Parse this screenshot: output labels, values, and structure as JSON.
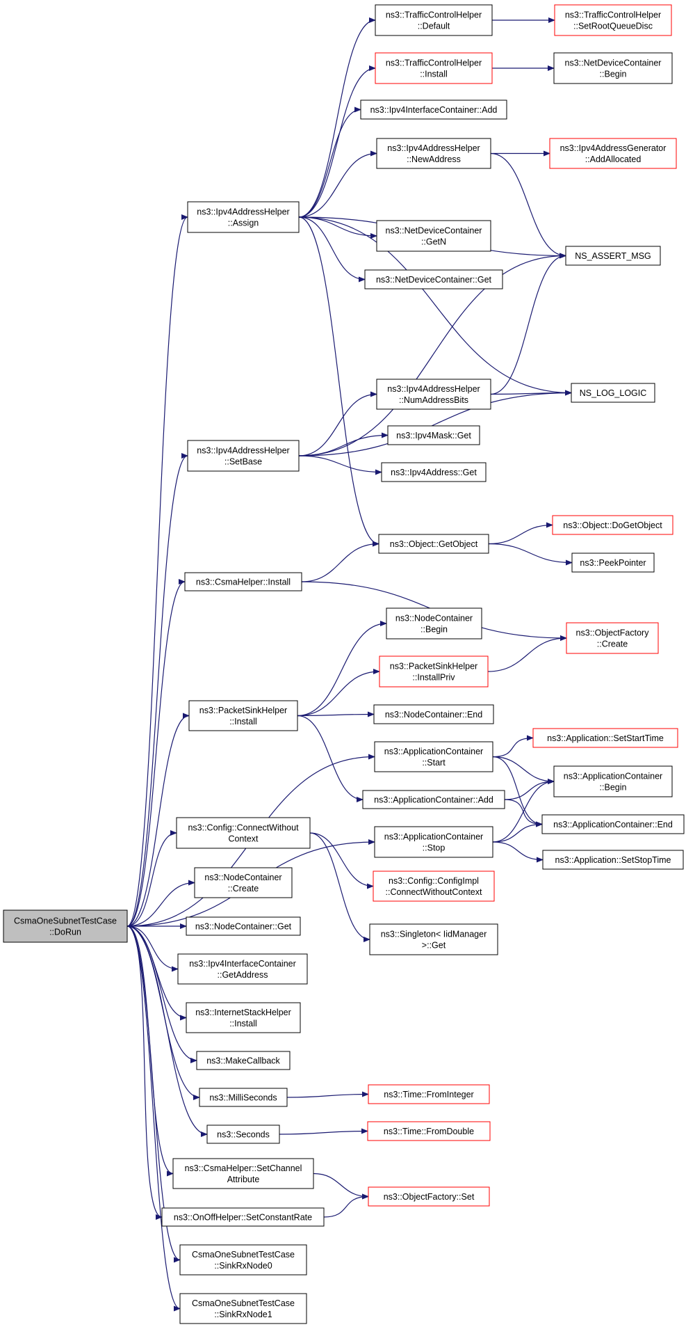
{
  "diagram": {
    "colors": {
      "edge": "#191970",
      "border_normal": "#000000",
      "border_truncated": "#ff0000",
      "root_fill": "#bfbfbf",
      "node_fill": "#ffffff"
    },
    "nodes": [
      {
        "id": "root",
        "lines": [
          "CsmaOneSubnetTestCase",
          "::DoRun"
        ],
        "style": "root"
      },
      {
        "id": "ipv4_assign",
        "lines": [
          "ns3::Ipv4AddressHelper",
          "::Assign"
        ],
        "style": "normal"
      },
      {
        "id": "ipv4_setbase",
        "lines": [
          "ns3::Ipv4AddressHelper",
          "::SetBase"
        ],
        "style": "normal"
      },
      {
        "id": "csma_install",
        "lines": [
          "ns3::CsmaHelper::Install"
        ],
        "style": "normal"
      },
      {
        "id": "psink_install",
        "lines": [
          "ns3::PacketSinkHelper",
          "::Install"
        ],
        "style": "normal"
      },
      {
        "id": "cfg_connect",
        "lines": [
          "ns3::Config::ConnectWithout",
          "Context"
        ],
        "style": "normal"
      },
      {
        "id": "nc_create",
        "lines": [
          "ns3::NodeContainer",
          "::Create"
        ],
        "style": "normal"
      },
      {
        "id": "nc_get",
        "lines": [
          "ns3::NodeContainer::Get"
        ],
        "style": "normal"
      },
      {
        "id": "iic_getaddr",
        "lines": [
          "ns3::Ipv4InterfaceContainer",
          "::GetAddress"
        ],
        "style": "normal"
      },
      {
        "id": "ish_install",
        "lines": [
          "ns3::InternetStackHelper",
          "::Install"
        ],
        "style": "normal"
      },
      {
        "id": "makecb",
        "lines": [
          "ns3::MakeCallback"
        ],
        "style": "normal"
      },
      {
        "id": "millis",
        "lines": [
          "ns3::MilliSeconds"
        ],
        "style": "normal"
      },
      {
        "id": "seconds",
        "lines": [
          "ns3::Seconds"
        ],
        "style": "normal"
      },
      {
        "id": "csma_setch",
        "lines": [
          "ns3::CsmaHelper::SetChannel",
          "Attribute"
        ],
        "style": "normal"
      },
      {
        "id": "onoff_setrate",
        "lines": [
          "ns3::OnOffHelper::SetConstantRate"
        ],
        "style": "normal"
      },
      {
        "id": "sink0",
        "lines": [
          "CsmaOneSubnetTestCase",
          "::SinkRxNode0"
        ],
        "style": "normal"
      },
      {
        "id": "sink1",
        "lines": [
          "CsmaOneSubnetTestCase",
          "::SinkRxNode1"
        ],
        "style": "normal"
      },
      {
        "id": "tch_default",
        "lines": [
          "ns3::TrafficControlHelper",
          "::Default"
        ],
        "style": "normal"
      },
      {
        "id": "tch_install",
        "lines": [
          "ns3::TrafficControlHelper",
          "::Install"
        ],
        "style": "truncated"
      },
      {
        "id": "iic_add",
        "lines": [
          "ns3::Ipv4InterfaceContainer::Add"
        ],
        "style": "normal"
      },
      {
        "id": "ipv4_newaddr",
        "lines": [
          "ns3::Ipv4AddressHelper",
          "::NewAddress"
        ],
        "style": "normal"
      },
      {
        "id": "ndc_getn",
        "lines": [
          "ns3::NetDeviceContainer",
          "::GetN"
        ],
        "style": "normal"
      },
      {
        "id": "ndc_get",
        "lines": [
          "ns3::NetDeviceContainer::Get"
        ],
        "style": "normal"
      },
      {
        "id": "ipv4_numbits",
        "lines": [
          "ns3::Ipv4AddressHelper",
          "::NumAddressBits"
        ],
        "style": "normal"
      },
      {
        "id": "ipv4mask_get",
        "lines": [
          "ns3::Ipv4Mask::Get"
        ],
        "style": "normal"
      },
      {
        "id": "ipv4addr_get",
        "lines": [
          "ns3::Ipv4Address::Get"
        ],
        "style": "normal"
      },
      {
        "id": "obj_getobject",
        "lines": [
          "ns3::Object::GetObject"
        ],
        "style": "normal"
      },
      {
        "id": "nc_begin",
        "lines": [
          "ns3::NodeContainer",
          "::Begin"
        ],
        "style": "normal"
      },
      {
        "id": "psink_installpriv",
        "lines": [
          "ns3::PacketSinkHelper",
          "::InstallPriv"
        ],
        "style": "truncated"
      },
      {
        "id": "nc_end",
        "lines": [
          "ns3::NodeContainer::End"
        ],
        "style": "normal"
      },
      {
        "id": "ac_start",
        "lines": [
          "ns3::ApplicationContainer",
          "::Start"
        ],
        "style": "normal"
      },
      {
        "id": "ac_add",
        "lines": [
          "ns3::ApplicationContainer::Add"
        ],
        "style": "normal"
      },
      {
        "id": "ac_stop",
        "lines": [
          "ns3::ApplicationContainer",
          "::Stop"
        ],
        "style": "normal"
      },
      {
        "id": "cfg_impl_connect",
        "lines": [
          "ns3::Config::ConfigImpl",
          "::ConnectWithoutContext"
        ],
        "style": "truncated"
      },
      {
        "id": "singleton_get",
        "lines": [
          "ns3::Singleton< IidManager",
          ">::Get"
        ],
        "style": "normal"
      },
      {
        "id": "time_fromint",
        "lines": [
          "ns3::Time::FromInteger"
        ],
        "style": "truncated"
      },
      {
        "id": "time_fromdouble",
        "lines": [
          "ns3::Time::FromDouble"
        ],
        "style": "truncated"
      },
      {
        "id": "of_set",
        "lines": [
          "ns3::ObjectFactory::Set"
        ],
        "style": "truncated"
      },
      {
        "id": "tch_setroot",
        "lines": [
          "ns3::TrafficControlHelper",
          "::SetRootQueueDisc"
        ],
        "style": "truncated"
      },
      {
        "id": "ndc_begin",
        "lines": [
          "ns3::NetDeviceContainer",
          "::Begin"
        ],
        "style": "normal"
      },
      {
        "id": "ipv4gen_addalloc",
        "lines": [
          "ns3::Ipv4AddressGenerator",
          "::AddAllocated"
        ],
        "style": "truncated"
      },
      {
        "id": "ns_assert_msg",
        "lines": [
          "NS_ASSERT_MSG"
        ],
        "style": "normal"
      },
      {
        "id": "ns_log_logic",
        "lines": [
          "NS_LOG_LOGIC"
        ],
        "style": "normal"
      },
      {
        "id": "obj_dogetobject",
        "lines": [
          "ns3::Object::DoGetObject"
        ],
        "style": "truncated"
      },
      {
        "id": "peekpointer",
        "lines": [
          "ns3::PeekPointer"
        ],
        "style": "normal"
      },
      {
        "id": "of_create",
        "lines": [
          "ns3::ObjectFactory",
          "::Create"
        ],
        "style": "truncated"
      },
      {
        "id": "app_setstart",
        "lines": [
          "ns3::Application::SetStartTime"
        ],
        "style": "truncated"
      },
      {
        "id": "ac_begin",
        "lines": [
          "ns3::ApplicationContainer",
          "::Begin"
        ],
        "style": "normal"
      },
      {
        "id": "ac_end",
        "lines": [
          "ns3::ApplicationContainer::End"
        ],
        "style": "normal"
      },
      {
        "id": "app_setstop",
        "lines": [
          "ns3::Application::SetStopTime"
        ],
        "style": "normal"
      }
    ],
    "edges": [
      [
        "root",
        "ipv4_assign"
      ],
      [
        "root",
        "ipv4_setbase"
      ],
      [
        "root",
        "csma_install"
      ],
      [
        "root",
        "psink_install"
      ],
      [
        "root",
        "ac_start"
      ],
      [
        "root",
        "ac_stop"
      ],
      [
        "root",
        "cfg_connect"
      ],
      [
        "root",
        "nc_create"
      ],
      [
        "root",
        "nc_get"
      ],
      [
        "root",
        "iic_getaddr"
      ],
      [
        "root",
        "ish_install"
      ],
      [
        "root",
        "makecb"
      ],
      [
        "root",
        "millis"
      ],
      [
        "root",
        "seconds"
      ],
      [
        "root",
        "csma_setch"
      ],
      [
        "root",
        "onoff_setrate"
      ],
      [
        "root",
        "sink0"
      ],
      [
        "root",
        "sink1"
      ],
      [
        "ipv4_assign",
        "tch_default"
      ],
      [
        "ipv4_assign",
        "tch_install"
      ],
      [
        "ipv4_assign",
        "iic_add"
      ],
      [
        "ipv4_assign",
        "ipv4_newaddr"
      ],
      [
        "ipv4_assign",
        "ns_assert_msg"
      ],
      [
        "ipv4_assign",
        "ndc_getn"
      ],
      [
        "ipv4_assign",
        "ndc_get"
      ],
      [
        "ipv4_assign",
        "ns_log_logic"
      ],
      [
        "ipv4_assign",
        "obj_getobject"
      ],
      [
        "tch_default",
        "tch_setroot"
      ],
      [
        "tch_install",
        "ndc_begin"
      ],
      [
        "ipv4_newaddr",
        "ipv4gen_addalloc"
      ],
      [
        "ipv4_newaddr",
        "ns_assert_msg"
      ],
      [
        "ipv4_setbase",
        "ns_assert_msg"
      ],
      [
        "ipv4_setbase",
        "ipv4_numbits"
      ],
      [
        "ipv4_setbase",
        "ipv4mask_get"
      ],
      [
        "ipv4_setbase",
        "ipv4addr_get"
      ],
      [
        "ipv4_setbase",
        "ns_log_logic"
      ],
      [
        "ipv4_numbits",
        "ns_assert_msg"
      ],
      [
        "ipv4_numbits",
        "ns_log_logic"
      ],
      [
        "csma_install",
        "obj_getobject"
      ],
      [
        "csma_install",
        "of_create"
      ],
      [
        "obj_getobject",
        "obj_dogetobject"
      ],
      [
        "obj_getobject",
        "peekpointer"
      ],
      [
        "psink_install",
        "nc_begin"
      ],
      [
        "psink_install",
        "psink_installpriv"
      ],
      [
        "psink_install",
        "nc_end"
      ],
      [
        "psink_install",
        "ac_add"
      ],
      [
        "psink_installpriv",
        "of_create"
      ],
      [
        "ac_start",
        "app_setstart"
      ],
      [
        "ac_start",
        "ac_begin"
      ],
      [
        "ac_start",
        "ac_end"
      ],
      [
        "ac_add",
        "ac_begin"
      ],
      [
        "ac_add",
        "ac_end"
      ],
      [
        "ac_stop",
        "ac_begin"
      ],
      [
        "ac_stop",
        "ac_end"
      ],
      [
        "ac_stop",
        "app_setstop"
      ],
      [
        "cfg_connect",
        "cfg_impl_connect"
      ],
      [
        "cfg_connect",
        "singleton_get"
      ],
      [
        "millis",
        "time_fromint"
      ],
      [
        "seconds",
        "time_fromdouble"
      ],
      [
        "csma_setch",
        "of_set"
      ],
      [
        "onoff_setrate",
        "of_set"
      ]
    ]
  }
}
